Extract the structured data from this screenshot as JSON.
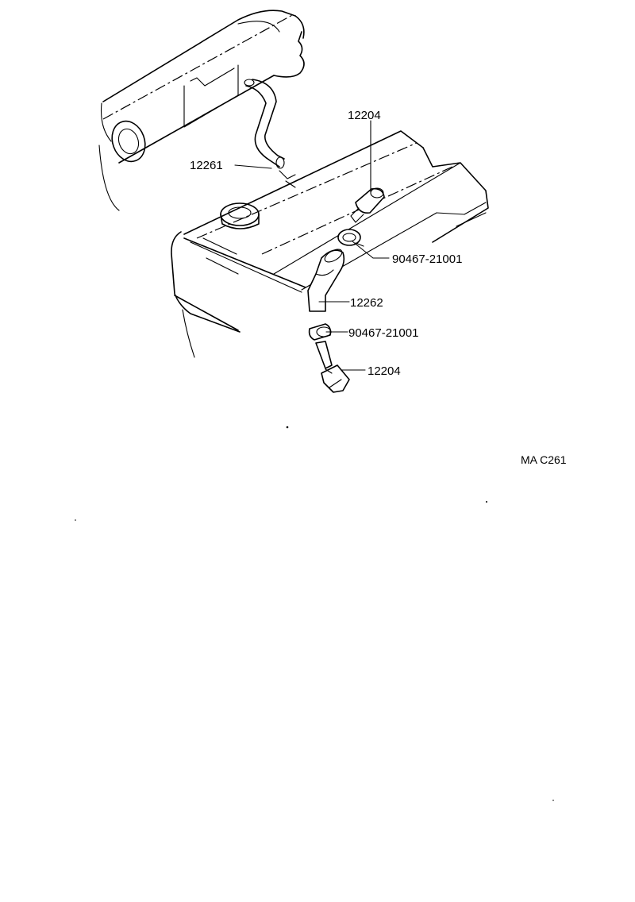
{
  "part_labels": {
    "pcv_hose_upper": "12261",
    "pcv_valve_top": "12204",
    "clamp_upper": "90467-21001",
    "pcv_hose_lower": "12262",
    "clamp_lower": "90467-21001",
    "pcv_valve_bottom": "12204"
  },
  "figure_code": "MA C261"
}
